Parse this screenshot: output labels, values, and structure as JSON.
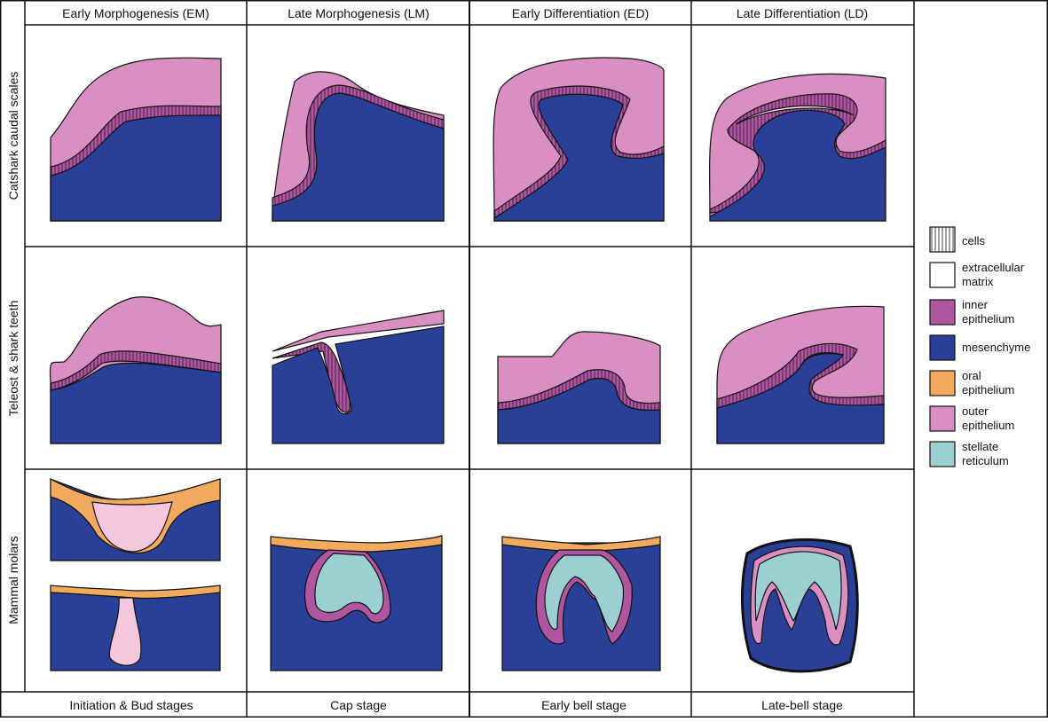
{
  "columns": [
    {
      "label": "Early Morphogenesis (EM)"
    },
    {
      "label": "Late Morphogenesis (LM)"
    },
    {
      "label": "Early Differentiation (ED)"
    },
    {
      "label": "Late Differentiation (LD)"
    }
  ],
  "rows": [
    {
      "label": "Catshark caudal scales"
    },
    {
      "label": "Teleost & shark teeth"
    },
    {
      "label": "Mammal molars"
    }
  ],
  "stages": [
    {
      "label": "Initiation & Bud stages"
    },
    {
      "label": "Cap stage"
    },
    {
      "label": "Early bell stage"
    },
    {
      "label": "Late-bell stage"
    }
  ],
  "legend": [
    {
      "line1": "cells",
      "line2": "",
      "swatch": "cells",
      "color": "#ffffff"
    },
    {
      "line1": "extracellular",
      "line2": "matrix",
      "swatch": "solid",
      "color": "#ffffff"
    },
    {
      "line1": "inner",
      "line2": "epithelium",
      "swatch": "solid",
      "color": "#b0559f"
    },
    {
      "line1": "mesenchyme",
      "line2": "",
      "swatch": "solid",
      "color": "#2a3f96"
    },
    {
      "line1": "oral",
      "line2": "epithelium",
      "swatch": "solid",
      "color": "#f2aa5e"
    },
    {
      "line1": "outer",
      "line2": "epithelium",
      "swatch": "solid",
      "color": "#d98fc2"
    },
    {
      "line1": "stellate",
      "line2": "reticulum",
      "swatch": "solid",
      "color": "#9bcfd2"
    }
  ],
  "colors": {
    "mesenchyme": "#2a3f96",
    "outer_epithelium": "#d98fc2",
    "inner_epithelium": "#b0559f",
    "oral_epithelium": "#f2aa5e",
    "stellate_reticulum": "#9bcfd2",
    "bud_epithelium": "#f3c8dd",
    "extracellular_matrix": "#ffffff"
  }
}
